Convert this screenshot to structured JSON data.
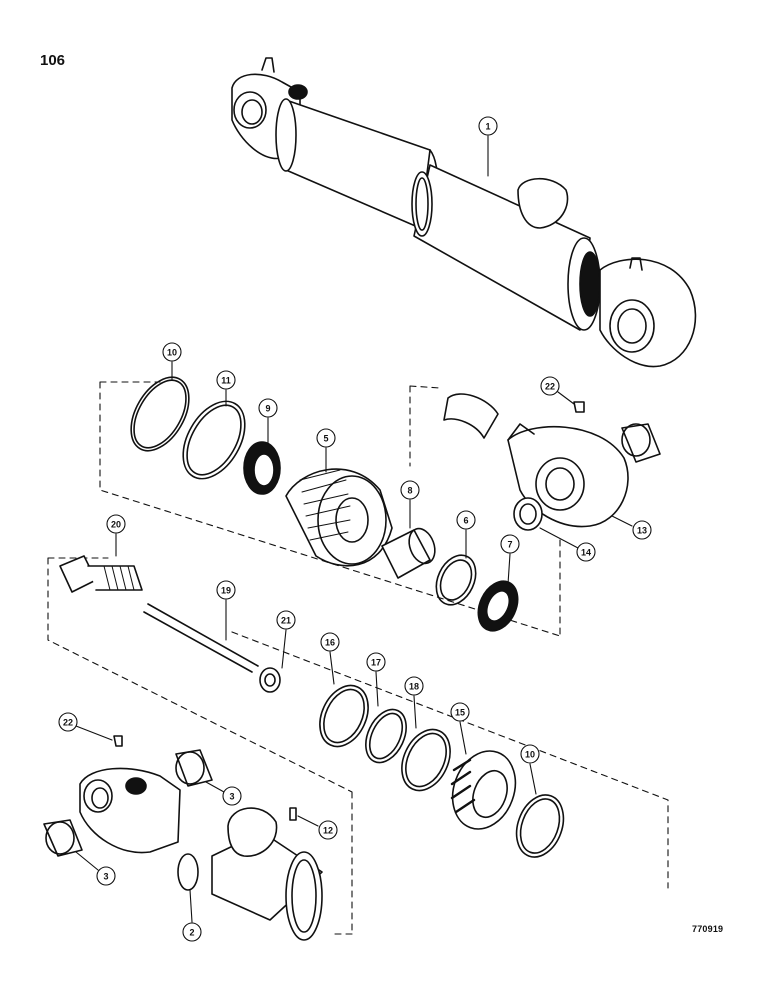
{
  "page_number": "106",
  "figure_code": "770919",
  "callouts": {
    "c1": "1",
    "c2": "2",
    "c3a": "3",
    "c3b": "3",
    "c5": "5",
    "c6": "6",
    "c7": "7",
    "c8": "8",
    "c9": "9",
    "c10a": "10",
    "c10b": "10",
    "c11": "11",
    "c12": "12",
    "c13": "13",
    "c14": "14",
    "c15": "15",
    "c16": "16",
    "c17": "17",
    "c18": "18",
    "c19": "19",
    "c20": "20",
    "c21": "21",
    "c22a": "22",
    "c22b": "22"
  }
}
